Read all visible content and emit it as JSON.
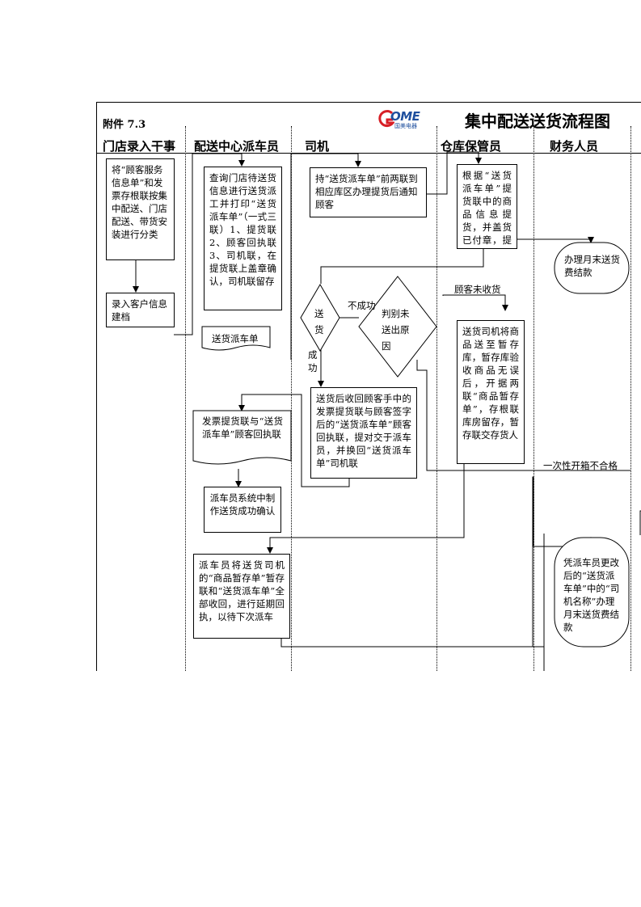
{
  "header": {
    "annex": "附件 7.3",
    "title": "集中配送送货流程图",
    "logo_text": "OME",
    "logo_sub": "国美电器"
  },
  "lanes": [
    "门店录入干事",
    "配送中心派车员",
    "司机",
    "仓库保管员",
    "财务人员"
  ],
  "boxes": {
    "store_classify": "将“顾客服务信息单”和发票存根联按集中配送、门店配送、带货安装进行分类",
    "store_record": "录入客户信息建档",
    "dispatch_query": "查询门店待送货信息进行送货派工并打印“送货派车单”（一式三联）1、提货联2、顾客回执联3、司机联，在提货联上盖章确认，司机联留存",
    "dispatch_doc": "送货派车单",
    "driver_pickup": "持“送货派车单”前两联到相应库区办理提货后通知顾客",
    "warehouse_check": "根据“送货派车单”提货联中的商品信息提货，并盖货已付章，提货联留存",
    "finance_monthly": "办理月末送货费结款",
    "decision_deliver": "送货",
    "decision_judge": "判别未送出原因",
    "driver_collect": "送货后收回顾客手中的发票提货联与顾客签字后的“送货派车单”顾客回执联，提对交于派车员，并换回“送货派车单”司机联",
    "warehouse_return": "送货司机将商品送至暂存库，暂存库验收商品无误后，开据两联“商品暂存单”，存根联库房留存，暂存联交存货人",
    "dispatch_invoice_doc": "发票提货联与“送货派车单”顾客回执联",
    "dispatch_confirm": "派车员系统中制作送货成功确认",
    "dispatch_recall": "派车员将送货司机的“商品暂存单”暂存联和“送货派车单”全部收回，进行延期回执，以待下次派车",
    "finance_adjust": "凭派车员更改后的“送货派车单”中的“司机名称”办理月末送货费结款"
  },
  "labels": {
    "fail": "不成功",
    "success": "成功",
    "not_received": "顾客未收货",
    "unboxing_fail": "一次性开箱不合格"
  }
}
